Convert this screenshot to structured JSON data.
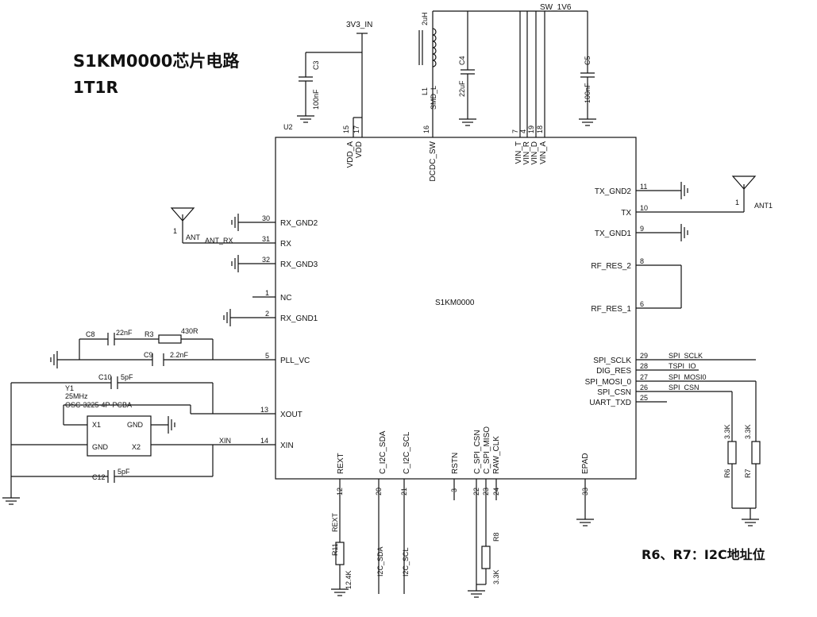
{
  "title": "S1KM0000芯片电路",
  "subtitle": "1T1R",
  "note": "R6、R7：I2C地址位",
  "chip": {
    "ref": "U2",
    "name": "S1KM0000"
  },
  "top_pins": [
    {
      "num": "15",
      "name": "VDD_A"
    },
    {
      "num": "17",
      "name": "VDD"
    },
    {
      "num": "16",
      "name": "DCDC_SW"
    },
    {
      "num": "7",
      "name": "VIN_T"
    },
    {
      "num": "4",
      "name": "VIN_R"
    },
    {
      "num": "19",
      "name": "VIN_D"
    },
    {
      "num": "18",
      "name": "VIN_A"
    }
  ],
  "left_pins": [
    {
      "num": "30",
      "name": "RX_GND2"
    },
    {
      "num": "31",
      "name": "RX"
    },
    {
      "num": "32",
      "name": "RX_GND3"
    },
    {
      "num": "1",
      "name": "NC"
    },
    {
      "num": "2",
      "name": "RX_GND1"
    },
    {
      "num": "5",
      "name": "PLL_VC"
    },
    {
      "num": "13",
      "name": "XOUT"
    },
    {
      "num": "14",
      "name": "XIN"
    }
  ],
  "right_pins": [
    {
      "num": "11",
      "name": "TX_GND2"
    },
    {
      "num": "10",
      "name": "TX"
    },
    {
      "num": "9",
      "name": "TX_GND1"
    },
    {
      "num": "8",
      "name": "RF_RES_2"
    },
    {
      "num": "6",
      "name": "RF_RES_1"
    },
    {
      "num": "29",
      "name": "SPI_SCLK"
    },
    {
      "num": "28",
      "name": "DIG_RES"
    },
    {
      "num": "27",
      "name": "SPI_MOSI_0"
    },
    {
      "num": "26",
      "name": "SPI_CSN"
    },
    {
      "num": "25",
      "name": "UART_TXD"
    }
  ],
  "bottom_pins": [
    {
      "num": "12",
      "name": "REXT"
    },
    {
      "num": "20",
      "name": "C_I2C_SDA"
    },
    {
      "num": "21",
      "name": "C_I2C_SCL"
    },
    {
      "num": "3",
      "name": "RSTN"
    },
    {
      "num": "22",
      "name": "C_SPI_CSN"
    },
    {
      "num": "23",
      "name": "C_SPI_MISO"
    },
    {
      "num": "24",
      "name": "RAW_CLK"
    },
    {
      "num": "33",
      "name": "EPAD"
    }
  ],
  "nets": {
    "v33": "3V3_IN",
    "sw": "SW_1V6",
    "ant_rx": "ANT_RX",
    "xin": "XIN",
    "spi_sclk": "SPI_SCLK",
    "tspi_io": "TSPI_IO",
    "spi_mosi": "SPI_MOSI0",
    "spi_csn": "SPI_CSN",
    "rext": "REXT",
    "sda": "I2C_SDA",
    "scl": "I2C_SCL"
  },
  "components": {
    "c3": {
      "ref": "C3",
      "value": "100nF"
    },
    "l1": {
      "ref": "L1",
      "value": "2uH",
      "pkg": "SMD_L"
    },
    "c4": {
      "ref": "C4",
      "value": "22uF"
    },
    "c5": {
      "ref": "C5",
      "value": "100nF"
    },
    "c8": {
      "ref": "C8",
      "value": "22nF"
    },
    "r3": {
      "ref": "R3",
      "value": "430R"
    },
    "c9": {
      "ref": "C9",
      "value": "2.2nF"
    },
    "c10": {
      "ref": "C10",
      "value": "5pF"
    },
    "c12": {
      "ref": "C12",
      "value": "5pF"
    },
    "y1": {
      "ref": "Y1",
      "freq": "25MHz",
      "part": "OSC-3225-4P-PCBA",
      "pins": [
        "X1",
        "GND",
        "GND",
        "X2"
      ]
    },
    "r11": {
      "ref": "R11",
      "value": "12.4K"
    },
    "r8": {
      "ref": "R8",
      "value": "3.3K"
    },
    "r6": {
      "ref": "R6",
      "value": "3.3K"
    },
    "r7": {
      "ref": "R7",
      "value": "3.3K"
    },
    "ant1": {
      "ref": "ANT1",
      "pin": "1"
    },
    "ant_rx": {
      "ref": "ANT",
      "pin": "1"
    }
  }
}
